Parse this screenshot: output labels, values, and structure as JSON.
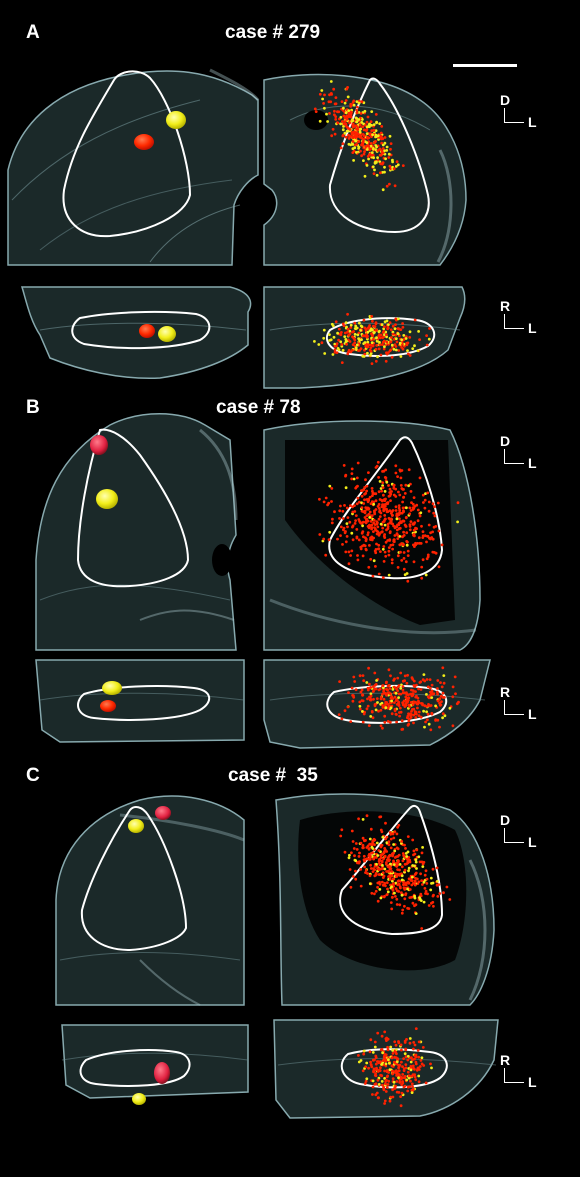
{
  "figure": {
    "panels": [
      {
        "letter": "A",
        "case_label": "case # 279"
      },
      {
        "letter": "B",
        "case_label": "case # 78"
      },
      {
        "letter": "C",
        "case_label": "case #  35"
      }
    ],
    "orientation_markers": [
      {
        "vertical": "D",
        "horizontal": "L"
      },
      {
        "vertical": "R",
        "horizontal": "L"
      },
      {
        "vertical": "D",
        "horizontal": "L"
      },
      {
        "vertical": "R",
        "horizontal": "L"
      },
      {
        "vertical": "D",
        "horizontal": "L"
      },
      {
        "vertical": "R",
        "horizontal": "L"
      }
    ],
    "colors": {
      "background": "#000000",
      "tissue_fill": "#1d2c2c",
      "tissue_edge": "#8fb3b8",
      "outline": "#ffffff",
      "red_marker": "#ff2200",
      "yellow_marker": "#f2ee1a"
    }
  }
}
